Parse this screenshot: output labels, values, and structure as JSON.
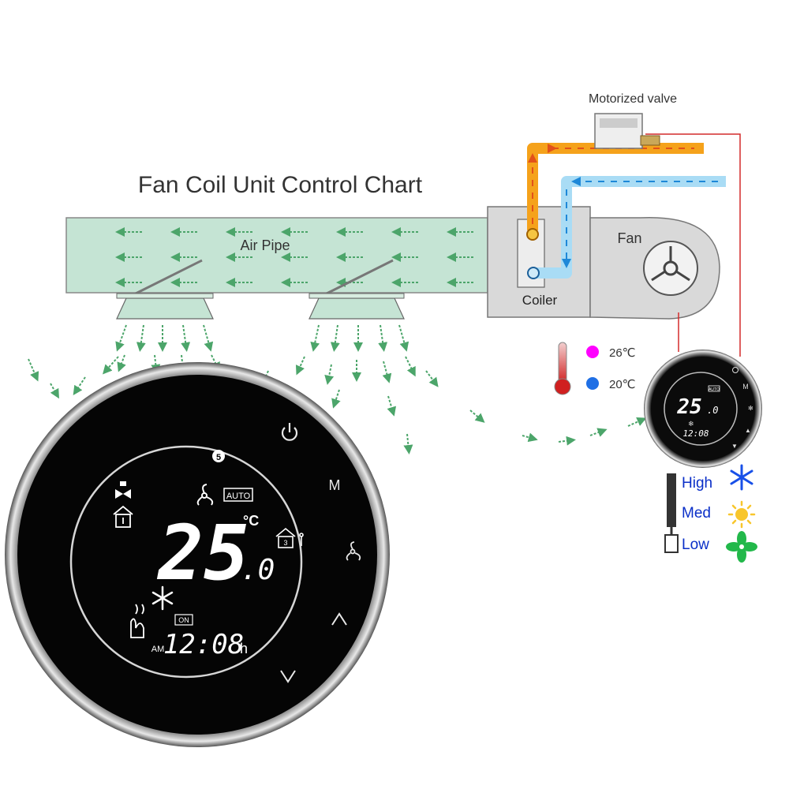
{
  "title": "Fan Coil Unit Control Chart",
  "labels": {
    "air_pipe": "Air Pipe",
    "coiler": "Coiler",
    "fan": "Fan",
    "motorized_valve": "Motorized valve"
  },
  "temperature_legend": [
    {
      "label": "26℃",
      "color": "#ff00ff"
    },
    {
      "label": "20℃",
      "color": "#1f6fe5"
    }
  ],
  "fan_speeds": [
    {
      "label": "High",
      "icon": "snowflake-icon",
      "color": "#0a2fc8"
    },
    {
      "label": "Med",
      "icon": "sun-icon",
      "color": "#0a2fc8"
    },
    {
      "label": "Low",
      "icon": "fan-icon",
      "color": "#0a2fc8"
    }
  ],
  "thermostat": {
    "temperature": "25",
    "temperature_decimal": ".0",
    "unit": "°C",
    "time": "12:08",
    "time_suffix": "h",
    "am_pm": "AM",
    "on_badge": "ON",
    "mode_badge": "AUTO",
    "program_number": "5",
    "buttons": [
      "power-icon",
      "mode-M",
      "fan-speed-icon",
      "up-arrow-icon",
      "down-arrow-icon"
    ],
    "mode_label": "M"
  },
  "thermostat_small": {
    "temperature": "25",
    "temperature_decimal": ".0",
    "time": "12:08",
    "mode_badge": "AUTO",
    "mode_label": "M"
  },
  "colors": {
    "air_pipe_fill": "#c5e4d4",
    "arrow_green": "#4ca56a",
    "hot_pipe": "#f5a21b",
    "cold_pipe": "#7cc4ec",
    "wire": "#d42b2b",
    "housing": "#d9d9d9"
  }
}
